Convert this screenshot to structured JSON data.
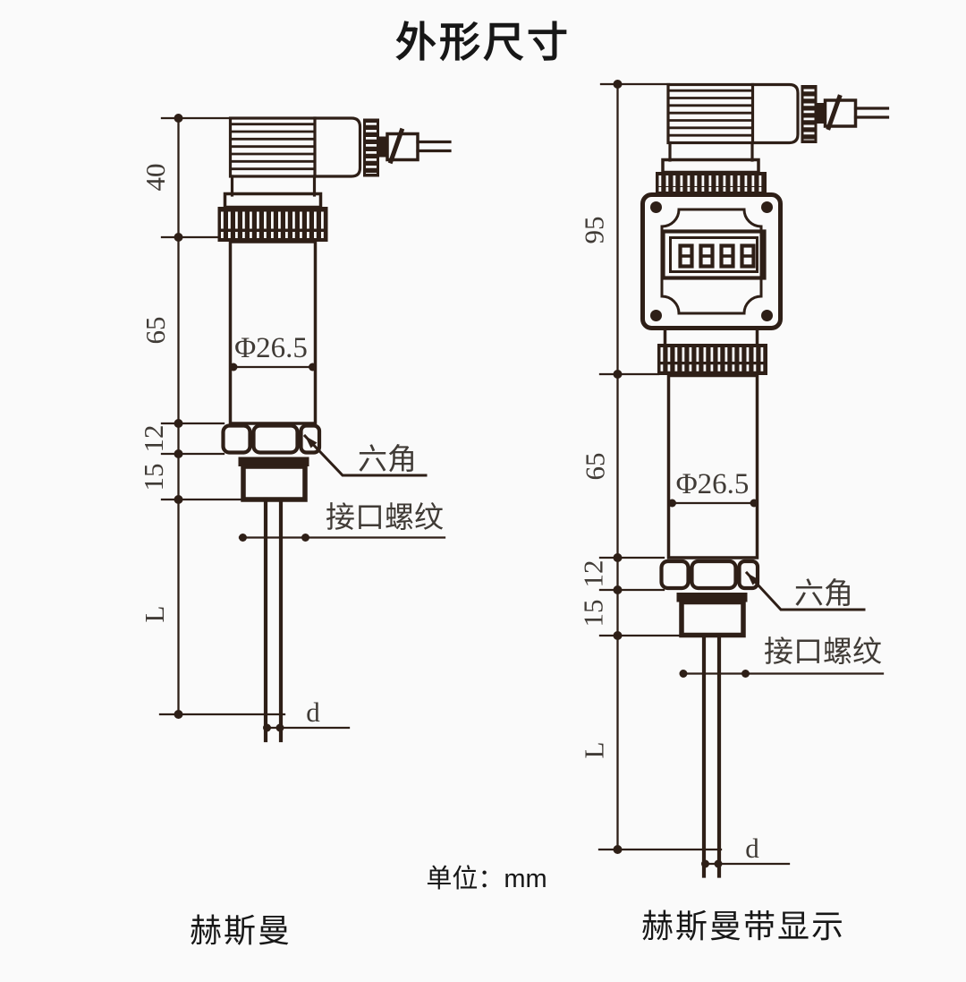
{
  "title": "外形尺寸",
  "unit_note": "单位：mm",
  "left": {
    "caption": "赫斯曼",
    "dims": {
      "connector_height": "40",
      "body_height": "65",
      "hex_height": "12",
      "thread_height": "15",
      "insertion_length": "L",
      "body_diameter": "Φ26.5",
      "probe_diameter": "d"
    },
    "annotations": {
      "hex": "六角",
      "thread": "接口螺纹"
    }
  },
  "right": {
    "caption": "赫斯曼带显示",
    "display_value": "8888",
    "dims": {
      "connector_height": "95",
      "body_height": "65",
      "hex_height": "12",
      "thread_height": "15",
      "insertion_length": "L",
      "body_diameter": "Φ26.5",
      "probe_diameter": "d"
    },
    "annotations": {
      "hex": "六角",
      "thread": "接口螺纹"
    }
  },
  "colors": {
    "line": "#2E1F17",
    "dim_text": "#403B36",
    "text": "#171717",
    "background": "#FAFAFA"
  }
}
